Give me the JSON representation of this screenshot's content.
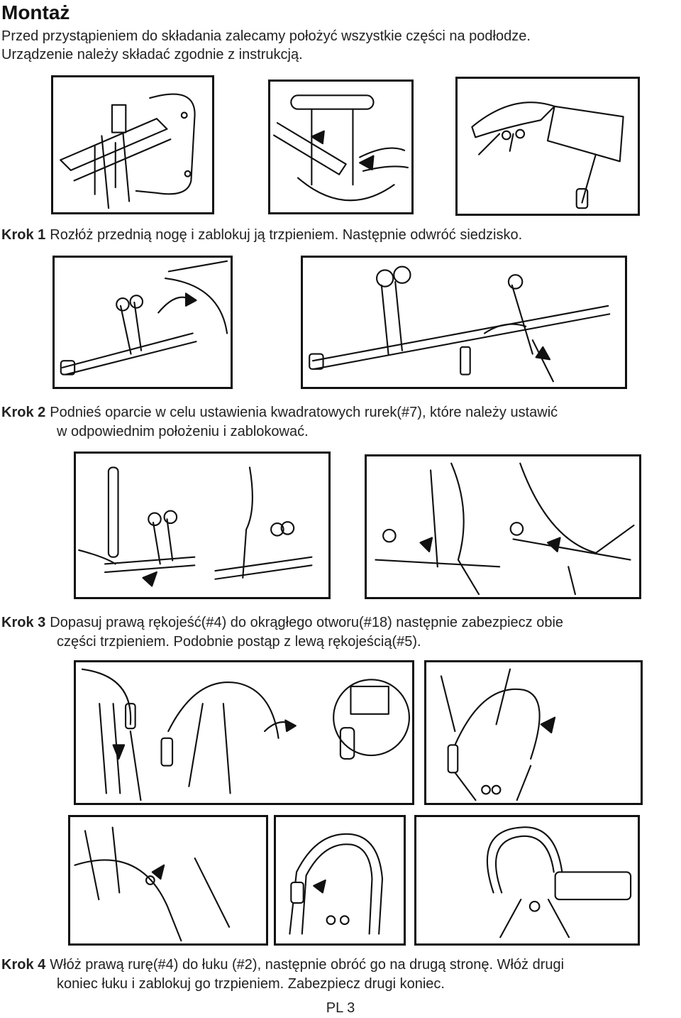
{
  "title": "Montaż",
  "intro": {
    "line1": "Przed przystąpieniem do składania zalecamy położyć wszystkie części na podłodze.",
    "line2": "Urządzenie należy składać zgodnie z instrukcją."
  },
  "steps": [
    {
      "label": "Krok 1",
      "line1": "Rozłóż przednią nogę i zablokuj ją trzpieniem. Następnie odwróć siedzisko.",
      "line2": ""
    },
    {
      "label": "Krok 2",
      "line1": "Podnieś oparcie w celu ustawienia kwadratowych rurek(#7), które należy ustawić",
      "line2": "w odpowiednim położeniu i zablokować."
    },
    {
      "label": "Krok 3",
      "line1": "Dopasuj prawą rękojeść(#4) do okrągłego otworu(#18) następnie zabezpiecz obie",
      "line2": "części trzpieniem. Podobnie postąp z lewą rękojeścią(#5)."
    },
    {
      "label": "Krok 4",
      "line1": "Włóż prawą rurę(#4) do łuku (#2), następnie obróć go na drugą stronę. Włóż drugi",
      "line2": "koniec łuku i zablokuj go trzpieniem. Zabezpiecz drugi koniec."
    }
  ],
  "page_number": "PL 3",
  "illustrations": [
    "step1-fold-front-leg",
    "step1-insert-pin",
    "step1-flip-seat",
    "step2-raise-backrest",
    "step2-align-tubes",
    "step2-lock-tubes",
    "step3-fit-right-handle",
    "step3-pin-handle",
    "step3-pin-detail",
    "step3-left-handle",
    "step4-insert-tube",
    "step4-arc-joint",
    "step4-rotate-arc",
    "step4-lock-arc-detail",
    "step4-assembled"
  ]
}
